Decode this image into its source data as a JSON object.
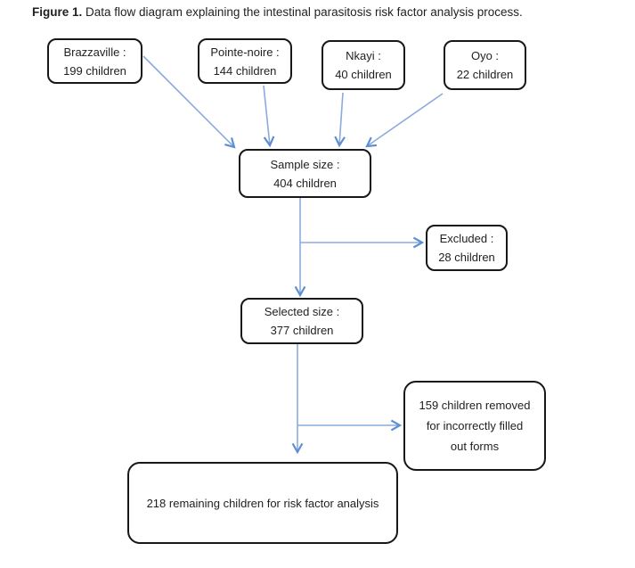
{
  "caption": {
    "label": "Figure 1.",
    "text": " Data flow diagram explaining the intestinal parasitosis risk factor analysis process."
  },
  "nodes": {
    "brazzaville": {
      "lines": [
        "Brazzaville :",
        "199 children"
      ]
    },
    "pointe_noire": {
      "lines": [
        "Pointe-noire :",
        "144 children"
      ]
    },
    "nkayi": {
      "lines": [
        "Nkayi :",
        "40 children"
      ]
    },
    "oyo": {
      "lines": [
        "Oyo :",
        "22 children"
      ]
    },
    "sample": {
      "lines": [
        "Sample size :",
        "404 children"
      ]
    },
    "excluded": {
      "lines": [
        "Excluded :",
        "28 children"
      ]
    },
    "selected": {
      "lines": [
        "Selected size :",
        "377 children"
      ]
    },
    "removed": {
      "lines": [
        "159 children removed",
        "for incorrectly filled",
        "out forms"
      ]
    },
    "final": {
      "lines": [
        "218 remaining children for risk factor analysis"
      ]
    }
  },
  "colors": {
    "arrow_line": "#8aabdd",
    "arrow_head": "#5d8dd2",
    "box_border": "#171717",
    "text": "#1f1f1f",
    "background": "#ffffff"
  }
}
